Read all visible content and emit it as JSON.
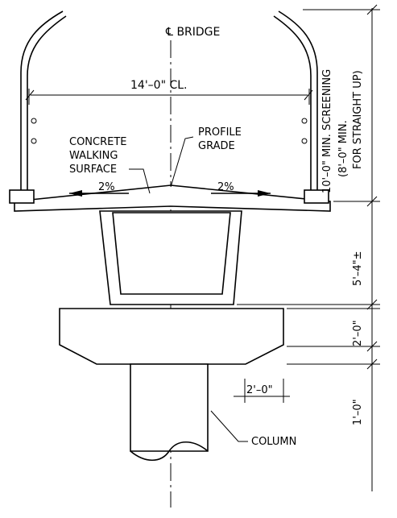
{
  "labels": {
    "centerline": "℄ BRIDGE",
    "clear_width": "14'–0\" CL.",
    "concrete_1": "CONCRETE",
    "concrete_2": "WALKING",
    "concrete_3": "SURFACE",
    "profile_1": "PROFILE",
    "profile_2": "GRADE",
    "slope_left": "2%",
    "slope_right": "2%",
    "screening_1": "10'–0\" MIN. SCREENING",
    "screening_2": "(8'–0\" MIN.",
    "screening_3": "FOR STRAIGHT UP)",
    "depth_girder": "5'–4\"±",
    "depth_cap": "2'–0\"",
    "cap_overhang": "2'–0\"",
    "column_embed": "1'–0\"",
    "column": "COLUMN"
  }
}
